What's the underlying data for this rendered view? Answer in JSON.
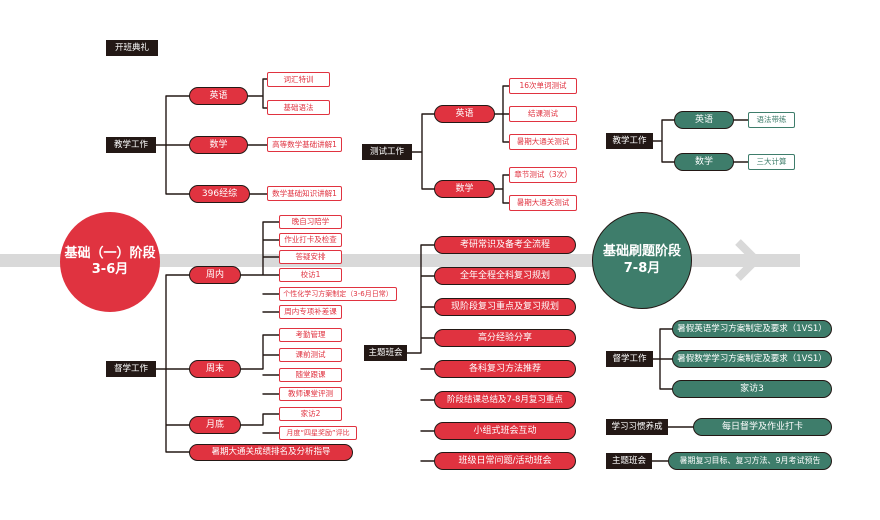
{
  "stage1": {
    "title": "基础（一）阶段",
    "period": "3-6月"
  },
  "stage2": {
    "title": "基础刷题阶段",
    "period": "7-8月"
  },
  "opening": "开班典礼",
  "teaching": {
    "label": "教学工作",
    "english": {
      "label": "英语",
      "items": [
        "词汇特训",
        "基础语法"
      ]
    },
    "math": {
      "label": "数学",
      "items": [
        "高等数学基础讲解1"
      ]
    },
    "c396": {
      "label": "396经综",
      "items": [
        "数学基础知识讲解1"
      ]
    }
  },
  "supervision": {
    "label": "督学工作",
    "weekly": {
      "label": "周内",
      "items": [
        "晚自习陪学",
        "作业打卡及检查",
        "答疑安排",
        "校访1",
        "个性化学习方案制定（3-6月日常）",
        "周内专项补差课"
      ]
    },
    "weekend": {
      "label": "周末",
      "items": [
        "考勤管理",
        "课前测试",
        "随堂跟课",
        "教师课堂评测"
      ]
    },
    "monthend": {
      "label": "月底",
      "items": [
        "家访2",
        "月度“四星奖励”评比"
      ]
    },
    "summary": "暑期大通关成绩排名及分析指导"
  },
  "testing": {
    "label": "测试工作",
    "english": {
      "label": "英语",
      "items": [
        "16次单词测试",
        "结课测试",
        "暑期大通关测试"
      ]
    },
    "math": {
      "label": "数学",
      "items": [
        "章节测试（3次）",
        "暑期大通关测试"
      ]
    }
  },
  "theme": {
    "label": "主题班会",
    "items": [
      "考研常识及备考全流程",
      "全年全程全科复习规划",
      "现阶段复习重点及复习规划",
      "高分经验分享",
      "各科复习方法推荐",
      "阶段结课总结及7-8月复习重点",
      "小组式班会互动",
      "班级日常问题/活动班会"
    ]
  },
  "teaching2": {
    "label": "教学工作",
    "english": {
      "label": "英语",
      "item": "语法带练"
    },
    "math": {
      "label": "数学",
      "item": "三大计算"
    }
  },
  "supervision2": {
    "label": "督学工作",
    "items": [
      "暑假英语学习方案制定及要求（1VS1）",
      "暑假数学学习方案制定及要求（1VS1）",
      "家访3"
    ]
  },
  "habits": {
    "label": "学习习惯养成",
    "item": "每日督学及作业打卡"
  },
  "theme2": {
    "label": "主题班会",
    "item": "暑期复习目标、复习方法、9月考试预告"
  },
  "colors": {
    "red": "#e03340",
    "green": "#3e7d6b",
    "dark": "#231815",
    "band": "#d9d9d9"
  }
}
